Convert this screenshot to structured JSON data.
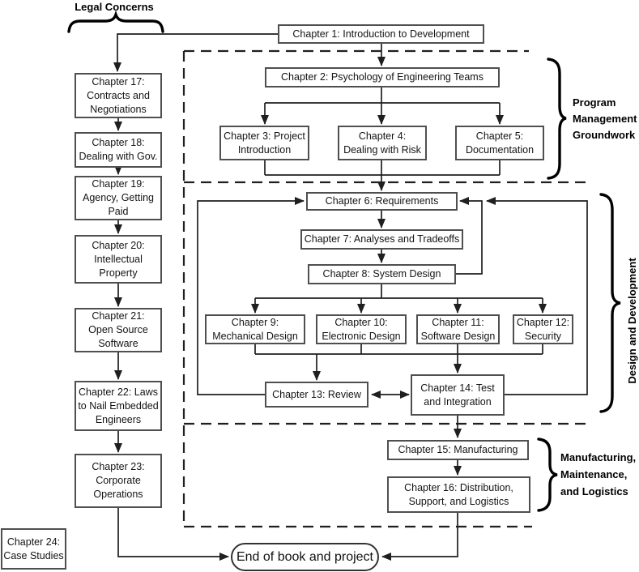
{
  "chapters": {
    "ch1": "Chapter 1: Introduction to Development",
    "ch2": "Chapter 2: Psychology of Engineering Teams",
    "ch3": "Chapter 3: Project\nIntroduction",
    "ch4": "Chapter 4:\nDealing with Risk",
    "ch5": "Chapter 5:\nDocumentation",
    "ch6": "Chapter 6: Requirements",
    "ch7": "Chapter 7: Analyses and Tradeoffs",
    "ch8": "Chapter 8: System Design",
    "ch9": "Chapter 9:\nMechanical Design",
    "ch10": "Chapter 10:\nElectronic Design",
    "ch11": "Chapter 11:\nSoftware Design",
    "ch12": "Chapter 12:\nSecurity",
    "ch13": "Chapter 13: Review",
    "ch14": "Chapter 14: Test\nand Integration",
    "ch15": "Chapter 15: Manufacturing",
    "ch16": "Chapter 16: Distribution,\nSupport, and Logistics",
    "ch17": "Chapter 17:\nContracts and\nNegotiations",
    "ch18": "Chapter 18:\nDealing with Gov.",
    "ch19": "Chapter 19:\nAgency, Getting\nPaid",
    "ch20": "Chapter 20:\nIntellectual\nProperty",
    "ch21": "Chapter 21:\nOpen Source\nSoftware",
    "ch22": "Chapter 22: Laws\nto Nail Embedded\nEngineers",
    "ch23": "Chapter 23:\nCorporate\nOperations",
    "ch24": "Chapter 24:\nCase Studies"
  },
  "groups": {
    "legal": "Legal Concerns",
    "pmg": "Program\nManagement\nGroundwork",
    "dd": "Design and Development",
    "mfg": "Manufacturing,\nMaintenance,\nand Logistics"
  },
  "terminal": {
    "end": "End of book and project"
  },
  "colors": {
    "line": "#1f1f1f",
    "box_border": "#4f4f4f",
    "text": "#111111",
    "background": "#ffffff"
  }
}
